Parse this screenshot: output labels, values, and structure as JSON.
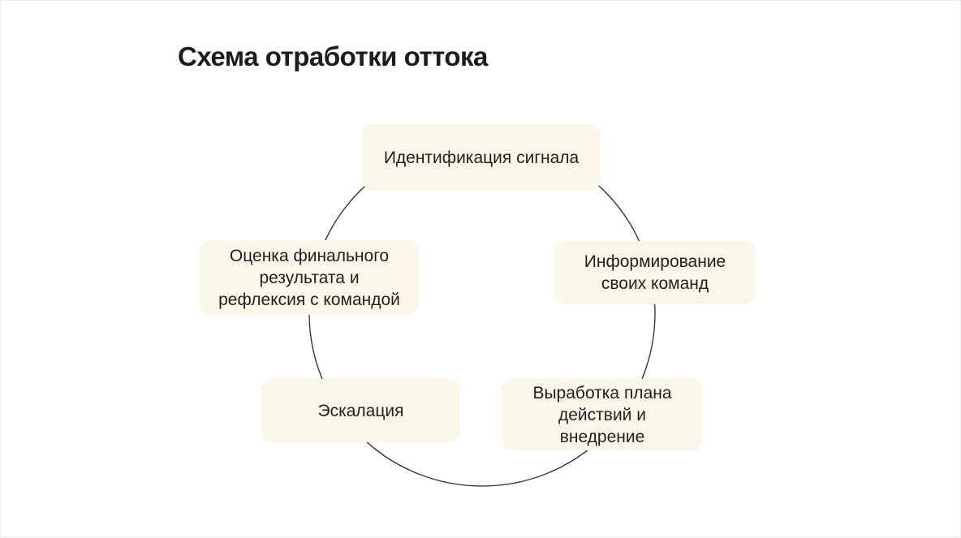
{
  "slide": {
    "title": "Схема отработки оттока"
  },
  "diagram": {
    "type": "cycle",
    "nodes": [
      {
        "id": "identification",
        "label": "Идентификация сигнала"
      },
      {
        "id": "inform",
        "label": "Информирование\nсвоих команд"
      },
      {
        "id": "plan",
        "label": "Выработка плана\nдействий и\nвнедрение"
      },
      {
        "id": "escalation",
        "label": "Эскалация"
      },
      {
        "id": "evaluation",
        "label": "Оценка финального\nрезультата и\nрефлексия с командой"
      }
    ],
    "colors": {
      "node_fill": "#fbf7e8",
      "ring_stroke": "#2a2a2a",
      "text": "#1f1f1f"
    }
  }
}
